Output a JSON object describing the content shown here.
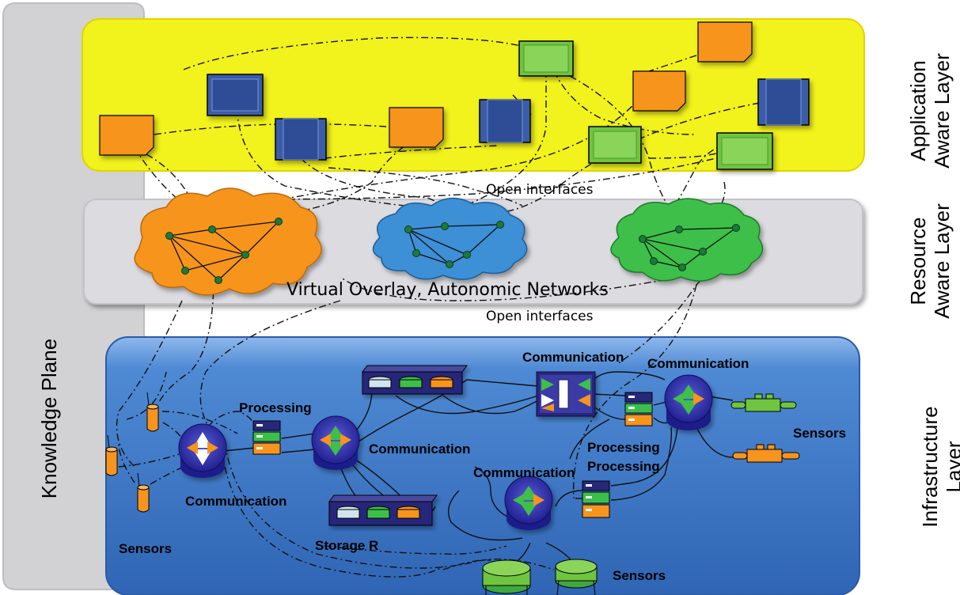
{
  "layers": {
    "application": {
      "line1": "Application",
      "line2": "Aware Layer"
    },
    "resource": {
      "line1": "Resource",
      "line2": "Aware Layer"
    },
    "infrastructure": {
      "line1": "Infrastructure",
      "line2": "Layer"
    },
    "knowledge_plane": "Knowledge Plane"
  },
  "labels": {
    "open_interfaces_top": "Open interfaces",
    "open_interfaces_bottom": "Open interfaces",
    "virtual_overlay": "Virtual Overlay, Autonomic Networks"
  },
  "nodes": {
    "sensors_left": "Sensors",
    "communication_left": "Communication",
    "processing_left": "Processing",
    "communication_center": "Communication",
    "storage": "Storage R",
    "communication_top_mid": "Communication",
    "communication_top_right": "Communication",
    "processing_right_1": "Processing",
    "processing_right_2": "Processing",
    "communication_bottom": "Communication",
    "sensors_right": "Sensors",
    "sensors_bottom": "Sensors"
  },
  "colors": {
    "application_layer": "#f2f21c",
    "resource_layer": "#dcdce0",
    "infrastructure_layer": "#3f7ccc",
    "knowledge_plane": "#d2d2d4",
    "cloud_orange": "#f7941d",
    "cloud_blue": "#3d8fd6",
    "cloud_green": "#3cbf4a",
    "app_box_blue": "#3a5ba8",
    "app_box_green": "#6fc440",
    "app_doc_orange": "#f7941d"
  }
}
